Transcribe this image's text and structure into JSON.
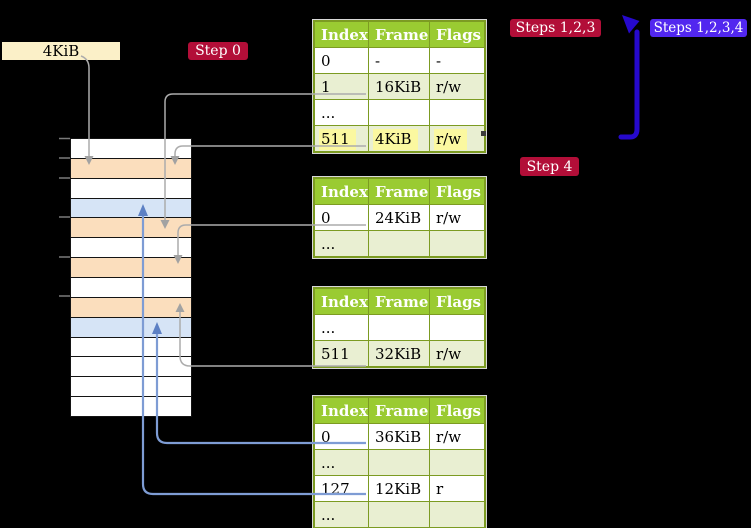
{
  "labels": {
    "frame_size": "4KiB",
    "step0": "Step 0",
    "steps123": "Steps 1,2,3",
    "steps1234": "Steps 1,2,3,4",
    "step4": "Step 4"
  },
  "colors": {
    "badge_crimson": "#B20E38",
    "badge_blue": "#5227EF",
    "loop_arrow_blue": "#2609CC",
    "table_header_green": "#9ACB32",
    "table_border_olive": "#7C9B22",
    "row_shade_green": "#E9EFD2",
    "highlight_yellow": "#FBF8A0",
    "frame_used_orange": "#FBDEBD",
    "frame_mapped_blue": "#D6E4F6",
    "label_cream": "#FBF0C8",
    "connector_gray": "#ACACAC",
    "connector_blue": "#7E9CD4",
    "connector_blue_head": "#5D80C4"
  },
  "memory_strip": {
    "rows": [
      "white",
      "orange",
      "white",
      "blue",
      "orange",
      "white",
      "orange",
      "white",
      "orange",
      "blue",
      "white",
      "white",
      "white",
      "white"
    ]
  },
  "page_tables": [
    {
      "headers": [
        "Index",
        "Frame",
        "Flags"
      ],
      "rows": [
        {
          "cells": [
            "0",
            "-",
            "-"
          ]
        },
        {
          "cells": [
            "1",
            "16KiB",
            "r/w"
          ]
        },
        {
          "cells": [
            "...",
            "",
            ""
          ]
        },
        {
          "cells": [
            "511",
            "4KiB",
            "r/w"
          ],
          "highlight": true
        }
      ]
    },
    {
      "headers": [
        "Index",
        "Frame",
        "Flags"
      ],
      "rows": [
        {
          "cells": [
            "0",
            "24KiB",
            "r/w"
          ]
        },
        {
          "cells": [
            "...",
            "",
            ""
          ]
        }
      ]
    },
    {
      "headers": [
        "Index",
        "Frame",
        "Flags"
      ],
      "rows": [
        {
          "cells": [
            "...",
            "",
            ""
          ]
        },
        {
          "cells": [
            "511",
            "32KiB",
            "r/w"
          ]
        }
      ]
    },
    {
      "headers": [
        "Index",
        "Frame",
        "Flags"
      ],
      "rows": [
        {
          "cells": [
            "0",
            "36KiB",
            "r/w"
          ]
        },
        {
          "cells": [
            "...",
            "",
            ""
          ]
        },
        {
          "cells": [
            "127",
            "12KiB",
            "r"
          ]
        },
        {
          "cells": [
            "...",
            "",
            ""
          ]
        }
      ]
    }
  ]
}
